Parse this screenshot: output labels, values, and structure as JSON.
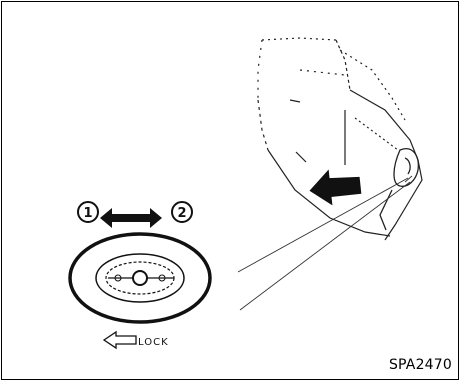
{
  "diagram": {
    "marker_1": "①",
    "marker_2": "②",
    "lock_label": "LOCK",
    "figure_code": "SPA2470"
  }
}
